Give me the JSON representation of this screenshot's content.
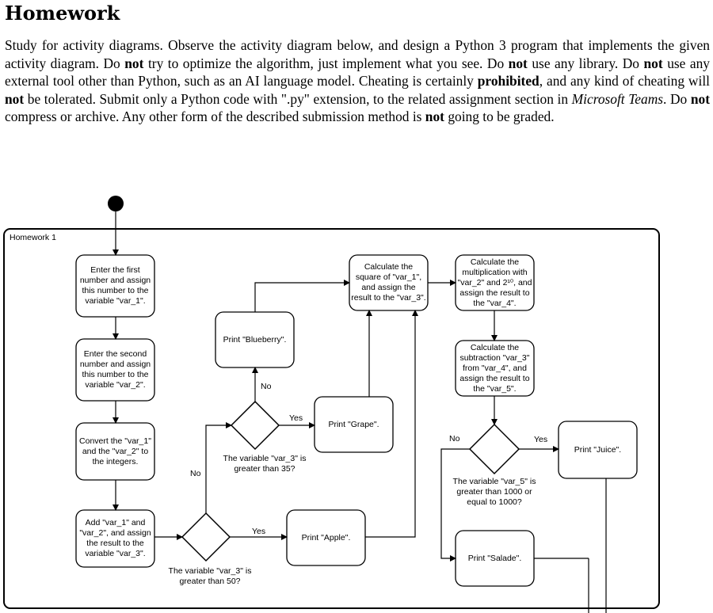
{
  "title": "Homework",
  "intro": {
    "p1": "Study for activity diagrams. Observe the activity diagram below, and design a Python 3 program that implements the given activity diagram. Do ",
    "not1": "not",
    "p2": " try to optimize the algorithm, just implement what you see. Do ",
    "not2": "not",
    "p3": " use any library. Do ",
    "not3": "not",
    "p4": " use any external tool other than Python, such as an AI language model. Cheating is certainly ",
    "prohibited": "prohibited",
    "p5": ", and any kind of cheating will ",
    "not4": "not",
    "p6": " be tolerated. Submit only a Python code with \".py\" extension, to the related assignment section in ",
    "teams": "Microsoft Teams",
    "p7": ". Do ",
    "not5": "not",
    "p8": " compress or archive. Any other form of the described submission method is ",
    "not6": "not",
    "p9": " going to be graded."
  },
  "diagram": {
    "frame_label": "Homework 1",
    "nodes": {
      "enter_first": "Enter the first number and assign this number to the variable \"var_1\".",
      "enter_second": "Enter the second number and assign this number to the variable \"var_2\".",
      "convert": "Convert the \"var_1\" and the \"var_2\" to the integers.",
      "add": "Add \"var_1\" and \"var_2\", and assign the result to the variable \"var_3\".",
      "print_blueberry": "Print \"Blueberry\".",
      "print_grape": "Print \"Grape\".",
      "print_apple": "Print \"Apple\".",
      "calc_square": "Calculate the square of \"var_1\", and assign the result to the \"var_3\".",
      "calc_mult": "Calculate the multiplication with \"var_2\" and 2¹⁰, and assign the result to the \"var_4\".",
      "calc_sub": "Calculate the subtraction \"var_3\" from \"var_4\", and assign the result to the \"var_5\".",
      "print_juice": "Print \"Juice\".",
      "print_salade": "Print \"Salade\"."
    },
    "decisions": {
      "d50": "The variable \"var_3\" is greater than 50?",
      "d35": "The variable \"var_3\" is greater than 35?",
      "d1000": "The variable \"var_5\" is greater than 1000 or equal to 1000?"
    },
    "edge_labels": {
      "d50_no": "No",
      "d50_yes": "Yes",
      "d35_no": "No",
      "d35_yes": "Yes",
      "d1000_no": "No",
      "d1000_yes": "Yes"
    }
  }
}
